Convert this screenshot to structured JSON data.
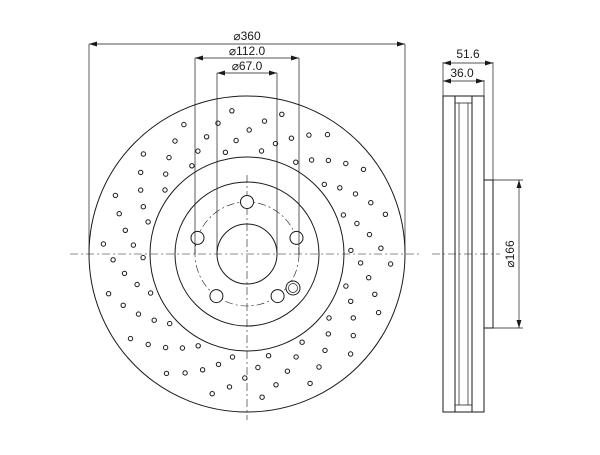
{
  "dimensions": {
    "outer_diameter": "⌀360",
    "bolt_circle": "⌀112.0",
    "center_bore": "⌀67.0",
    "total_height": "51.6",
    "hat_height": "36.0",
    "inner_diameter": "⌀166"
  },
  "colors": {
    "line": "#1a1a1a",
    "background": "#ffffff"
  }
}
